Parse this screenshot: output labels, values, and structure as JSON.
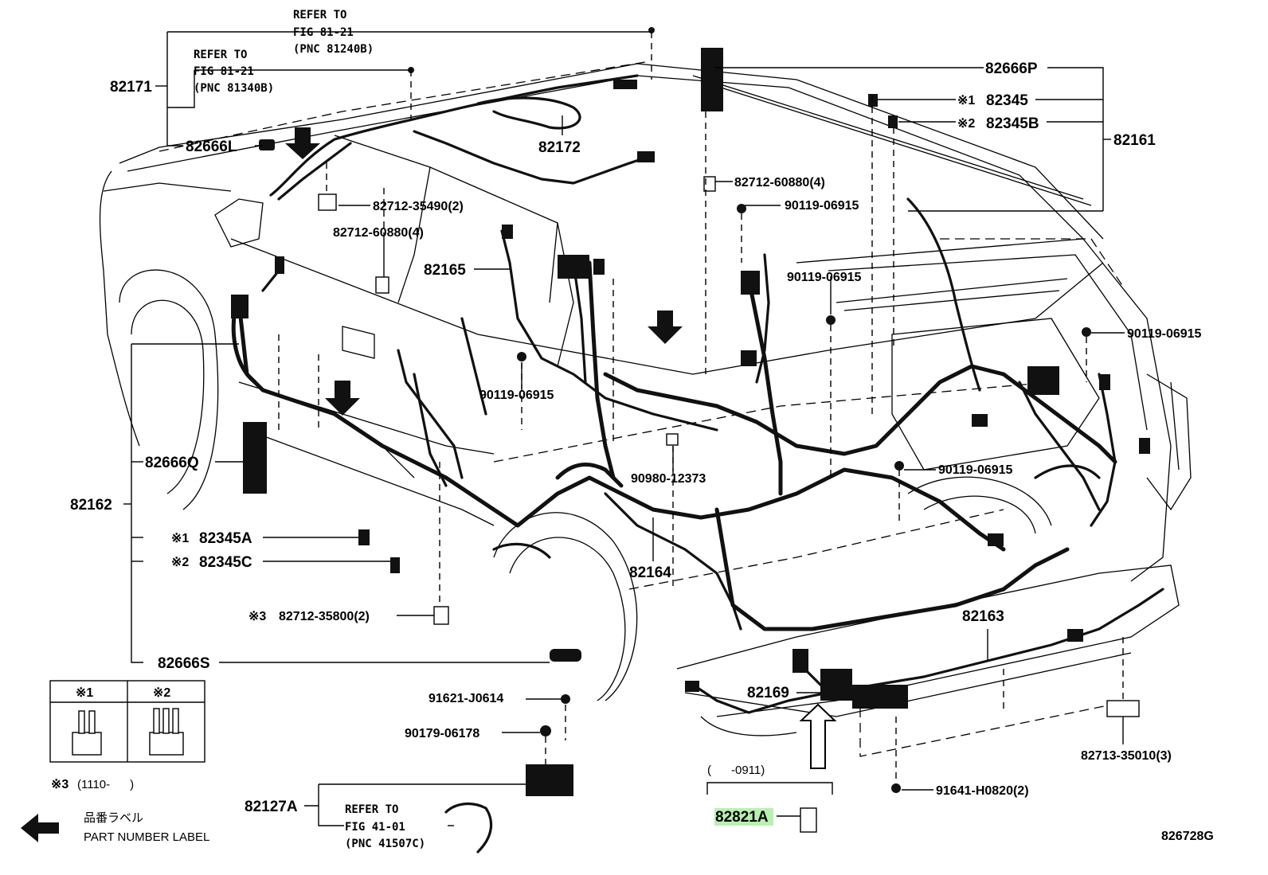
{
  "diagram": {
    "refer_notes": [
      {
        "line1": "REFER TO",
        "line2": "FIG 81-21",
        "line3": "(PNC 81240B)"
      },
      {
        "line1": "REFER TO",
        "line2": "FIG 81-21",
        "line3": "(PNC 81340B)"
      },
      {
        "line1": "REFER TO",
        "line2": "FIG 41-01",
        "line3": "(PNC 41507C)"
      }
    ],
    "parts": {
      "p82171": "82171",
      "p82666L": "82666L",
      "p82172": "82172",
      "p82666P": "82666P",
      "p82345": "82345",
      "p82345B": "82345B",
      "p82161": "82161",
      "p82712_60880_a": "82712-60880(4)",
      "p90119_a": "90119-06915",
      "p82712_35490": "82712-35490(2)",
      "p82712_60880_b": "82712-60880(4)",
      "p82165": "82165",
      "p90119_b": "90119-06915",
      "p90119_c": "90119-06915",
      "p90119_d": "90119-06915",
      "p90119_e": "90119-06915",
      "p82666Q": "82666Q",
      "p82162": "82162",
      "p90980": "90980-12373",
      "p82345A": "82345A",
      "p82345C": "82345C",
      "p82164": "82164",
      "p82163": "82163",
      "p82712_35800": "82712-35800(2)",
      "p82666S": "82666S",
      "p82169": "82169",
      "p91621": "91621-J0614",
      "p90179": "90179-06178",
      "p82713": "82713-35010(3)",
      "p82127A": "82127A",
      "p91641": "91641-H0820(2)",
      "p82821A": "82821A",
      "date_range": "(      -0911)"
    },
    "marks": {
      "m1": "※1",
      "m2": "※2",
      "m3": "※3",
      "m3_range": "(1110-      )"
    },
    "legend": {
      "col1": "※1",
      "col2": "※2",
      "label_jp": "品番ラベル",
      "label_en": "PART NUMBER LABEL"
    },
    "figure_id": "826728G",
    "highlight_color": "#b8f0b0"
  }
}
